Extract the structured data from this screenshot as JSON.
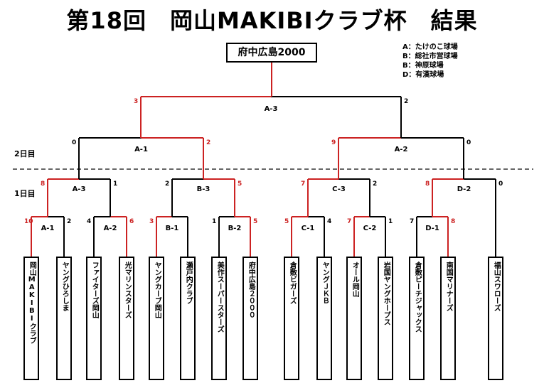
{
  "title": "第18回　岡山MAKIBIクラブ杯　結果",
  "champion": "府中広島2000",
  "legend": [
    "A：たけのこ球場",
    "B：総社市営球場",
    "B：神原球場",
    "D：有漢球場"
  ],
  "round_labels": [
    "2日目",
    "1日目"
  ],
  "teams": [
    "岡山MAKIBIクラブ",
    "ヤングひろしま",
    "ファイターズ岡山",
    "光マリンスターズ",
    "ヤングカーブ岡山",
    "瀬戸内クラブ",
    "美作スーパースターズ",
    "府中広島２０００",
    "倉敷ビガーズ",
    "ヤングＪＫＢ",
    "オール岡山",
    "岩国ヤングホープス",
    "倉敷ピーチジャックス",
    "南国マリナーズ",
    "福山スワローズ"
  ],
  "matches": [
    {
      "label": "A-1",
      "left_score": "10",
      "right_score": "2",
      "winner": "left"
    },
    {
      "label": "A-2",
      "left_score": "4",
      "right_score": "6",
      "winner": "right"
    },
    {
      "label": "B-1",
      "left_score": "3",
      "right_score": "",
      "winner": "left"
    },
    {
      "label": "B-2",
      "left_score": "1",
      "right_score": "5",
      "winner": "right"
    },
    {
      "label": "C-1",
      "left_score": "5",
      "right_score": "4",
      "winner": "left"
    },
    {
      "label": "C-2",
      "left_score": "7",
      "right_score": "1",
      "winner": "left"
    },
    {
      "label": "D-1",
      "left_score": "7",
      "right_score": "8",
      "winner": "right"
    },
    {
      "label": "A-3",
      "left_score": "8",
      "right_score": "1",
      "winner": "left"
    },
    {
      "label": "B-3",
      "left_score": "2",
      "right_score": "5",
      "winner": "right"
    },
    {
      "label": "C-3",
      "left_score": "7",
      "right_score": "2",
      "winner": "left"
    },
    {
      "label": "D-2",
      "left_score": "8",
      "right_score": "0",
      "winner": "left"
    },
    {
      "label": "A-1",
      "left_score": "0",
      "right_score": "2",
      "winner": "right"
    },
    {
      "label": "A-2",
      "left_score": "9",
      "right_score": "0",
      "winner": "left"
    },
    {
      "label": "A-3",
      "left_score": "3",
      "right_score": "2",
      "winner": "left"
    }
  ],
  "colors": {
    "winner_line": "#cc2222",
    "line": "#000000"
  }
}
